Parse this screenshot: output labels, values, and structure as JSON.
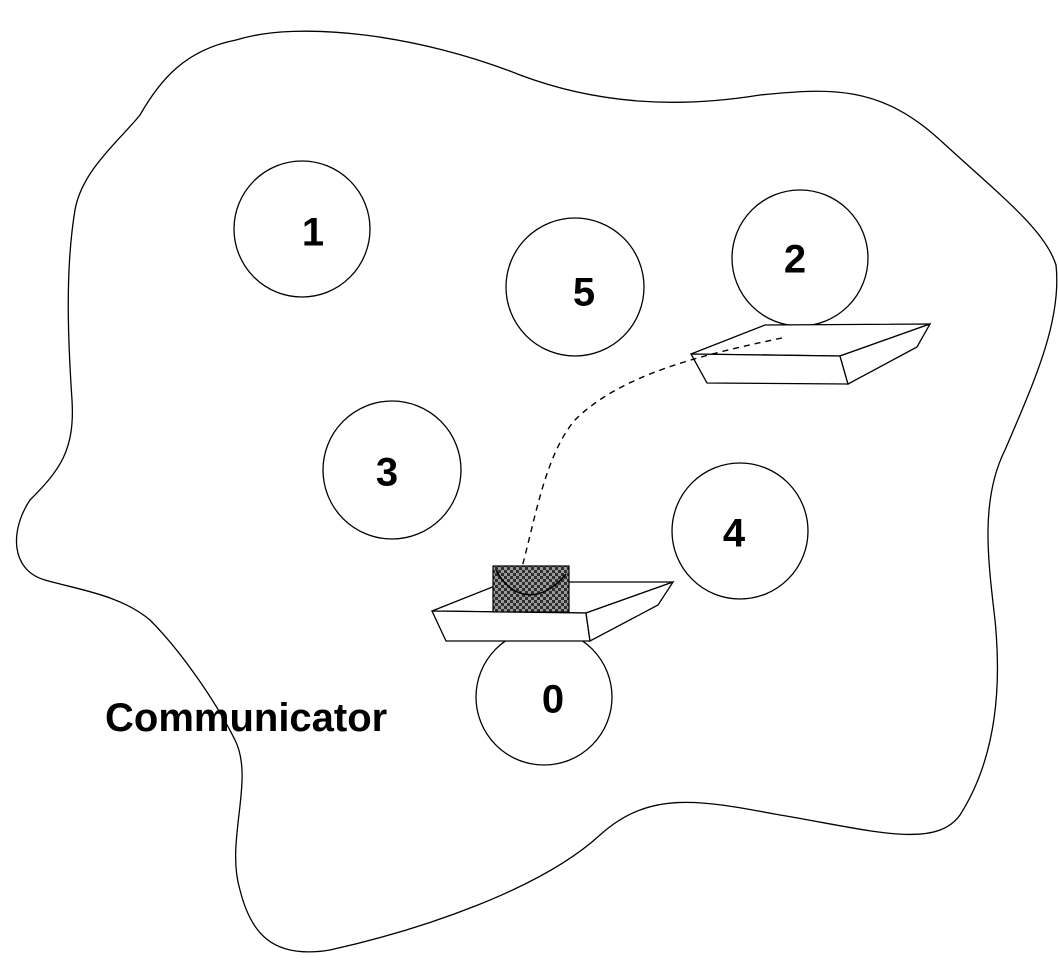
{
  "communicator": {
    "label": "Communicator"
  },
  "processes": [
    {
      "label": "1"
    },
    {
      "label": "5"
    },
    {
      "label": "2"
    },
    {
      "label": "3"
    },
    {
      "label": "4"
    },
    {
      "label": "0"
    }
  ],
  "icons": {
    "message": "envelope-icon",
    "buffer": "tray-icon"
  },
  "colors": {
    "stroke": "#000000",
    "background": "#ffffff",
    "envelope_fill": "#6e6e6e"
  }
}
